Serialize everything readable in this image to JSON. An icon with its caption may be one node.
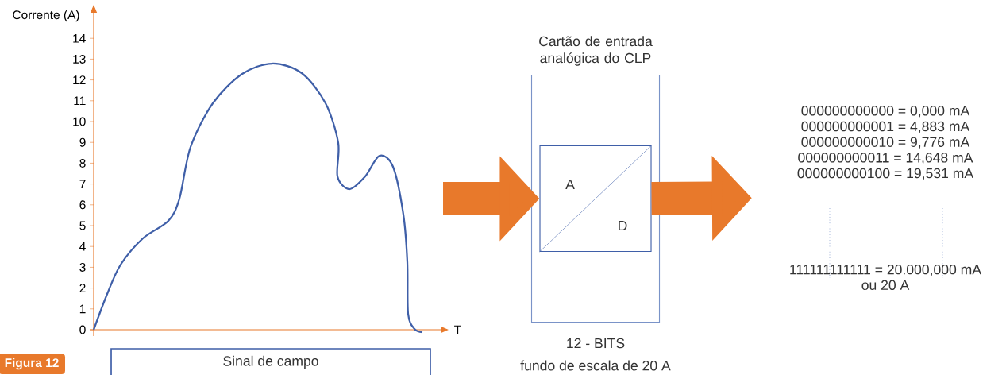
{
  "diagram": {
    "nodes": [
      {
        "text": [
          "Cartão de entrada analógica do CLP",
          "12 - BITS",
          "fundo de escala de 20 A"
        ]
      },
      {
        "text": [
          "A",
          "D"
        ],
        "in": 0
      },
      {
        "text": [
          "000000000000 = 0,000 mA",
          "000000000001 = 4,883 mA",
          "000000000010 = 9,776 mA",
          "000000000011 = 14,648 mA",
          "000000000100 = 19,531 mA",
          "111111111111 = 20.000,000 mA",
          "ou 20 A"
        ]
      },
      {
        "text": [
          "Sinal de campo"
        ]
      }
    ],
    "edges": [
      {
        "from": null,
        "to": 1,
        "arrow": "to"
      },
      {
        "from": 1,
        "to": 2,
        "arrow": "to"
      }
    ],
    "labels": [
      "Corrente (A)",
      "14",
      "13",
      "12",
      "11",
      "10",
      "9",
      "8",
      "7",
      "6",
      "5",
      "4",
      "3",
      "2",
      "1",
      "0",
      "T",
      "Figura 12"
    ]
  }
}
